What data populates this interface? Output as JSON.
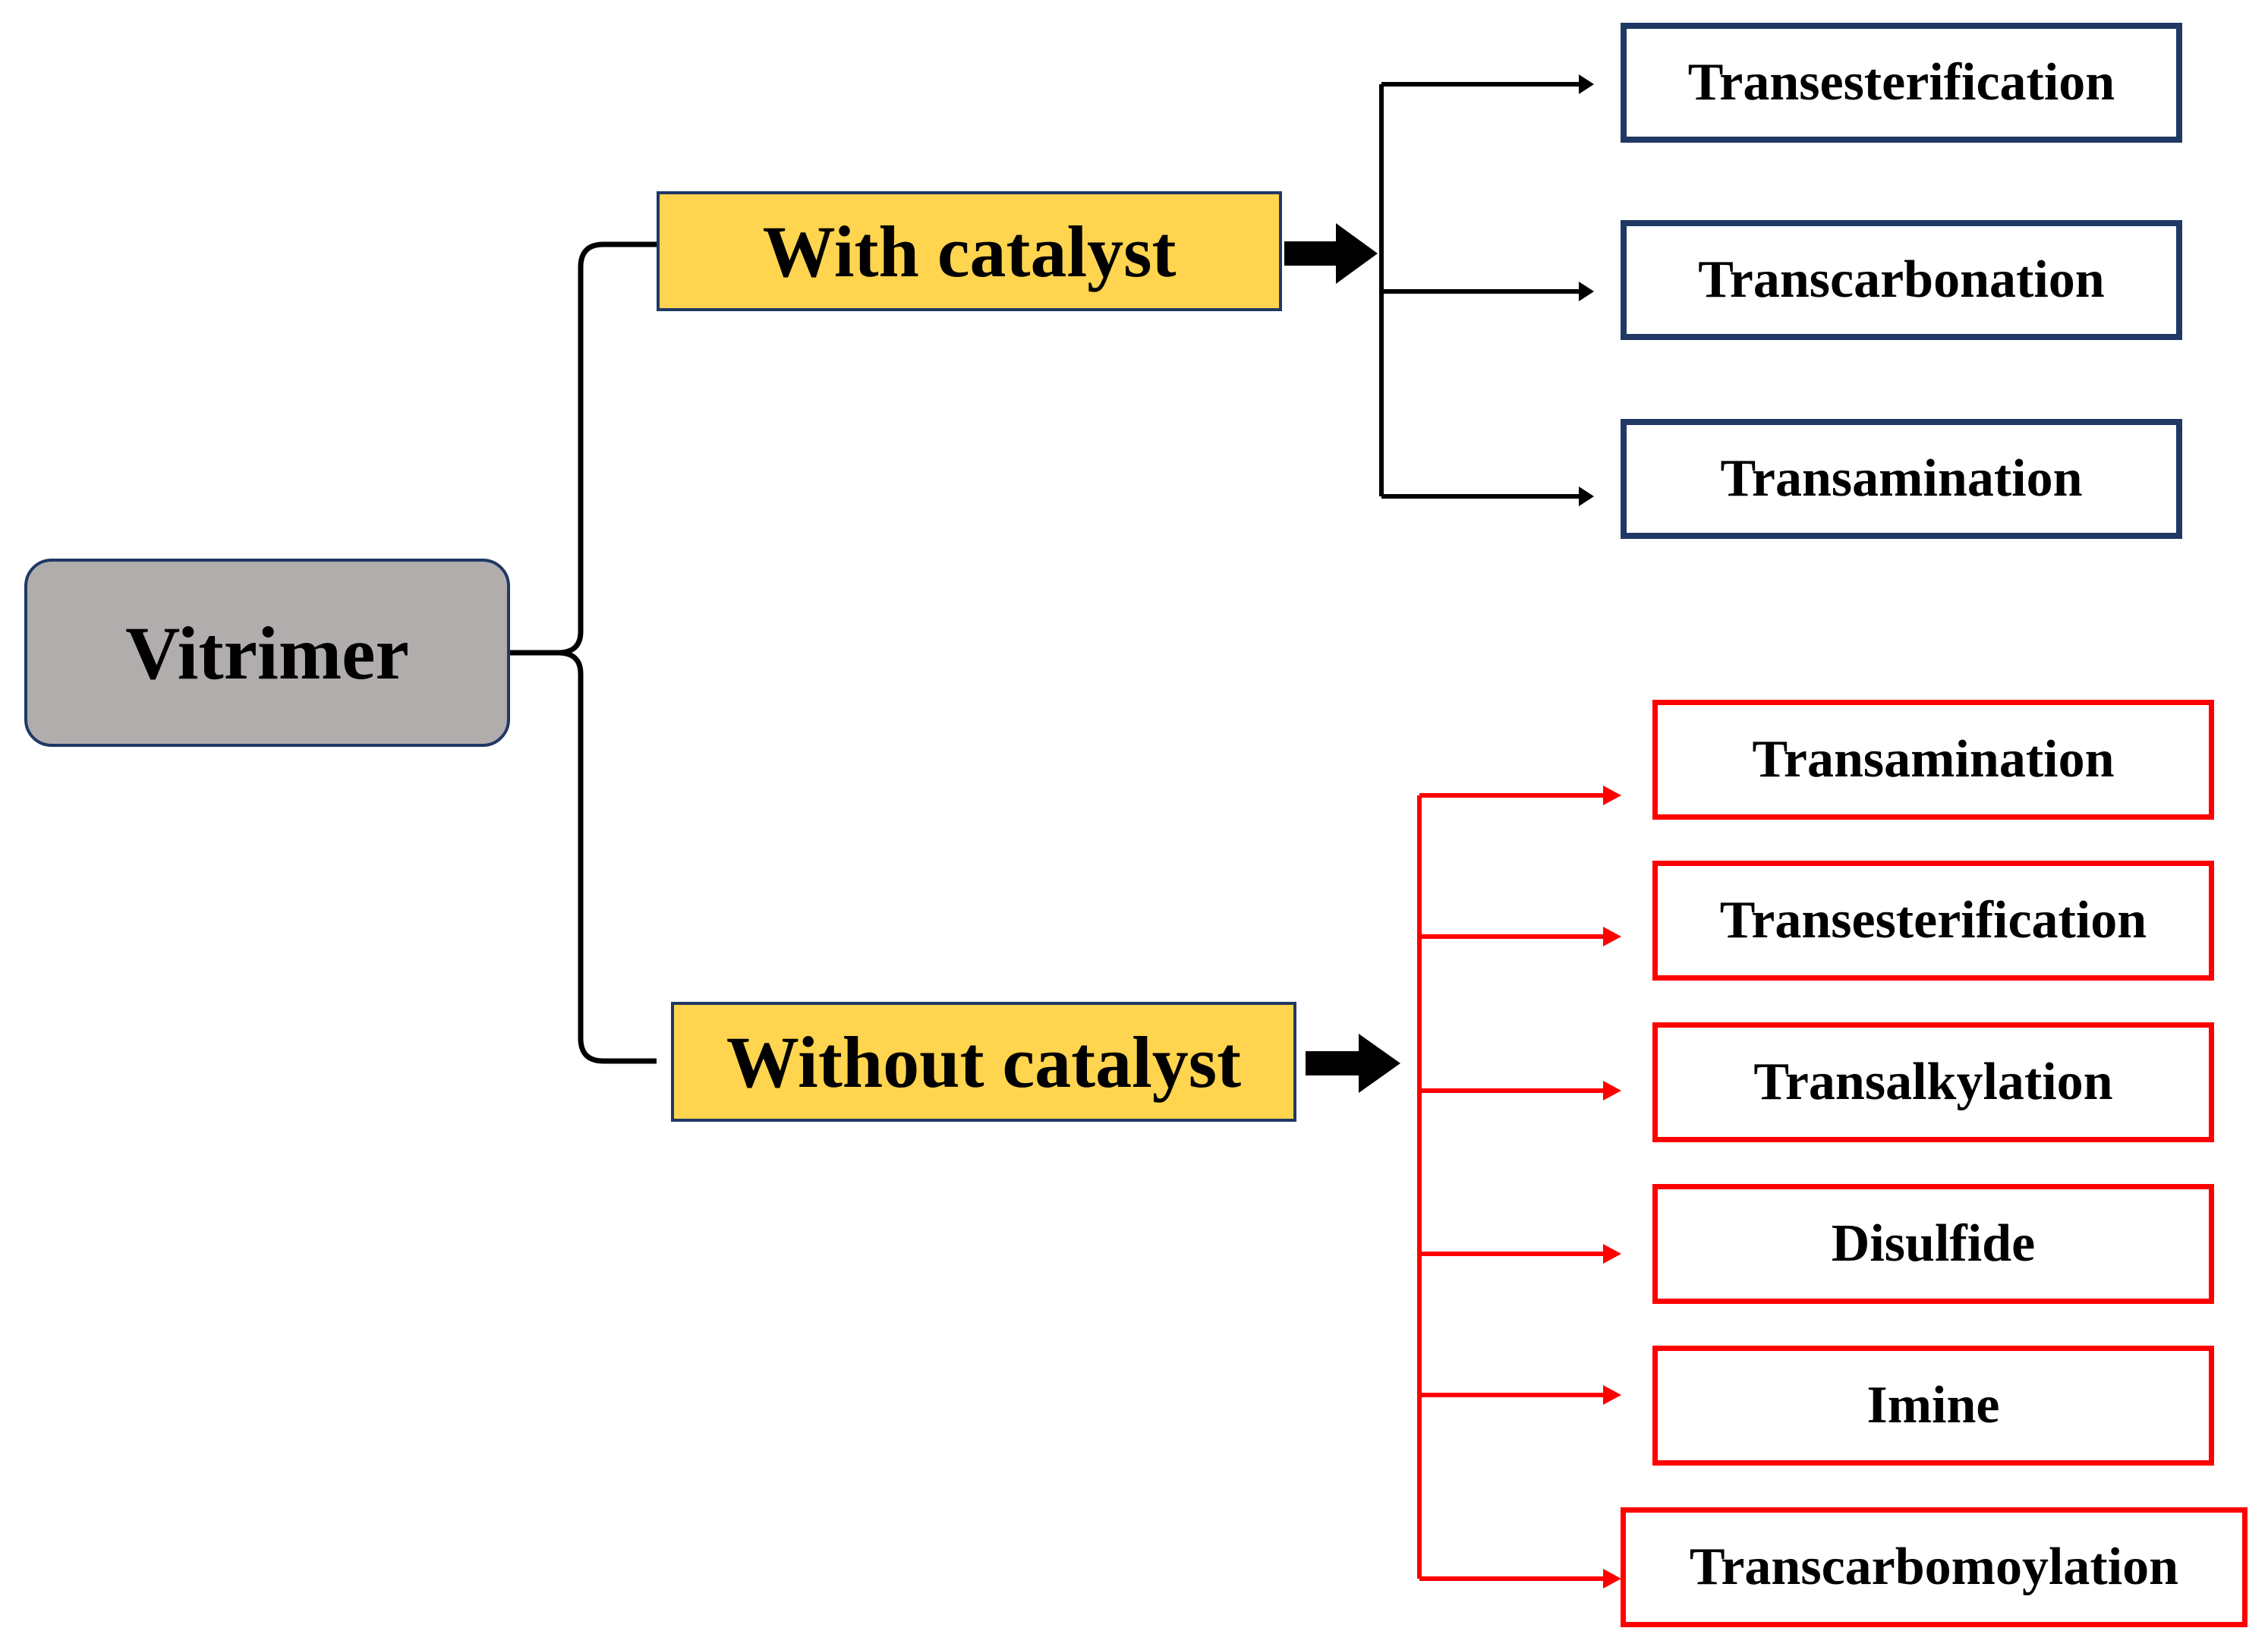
{
  "root": {
    "label": "Vitrimer"
  },
  "with_catalyst": {
    "label": "With catalyst",
    "items": [
      "Transesterification",
      "Transcarbonation",
      "Transamination"
    ]
  },
  "without_catalyst": {
    "label": "Without catalyst",
    "items": [
      "Transamination",
      "Transesterification",
      "Transalkylation",
      "Disulfide",
      "Imine",
      "Transcarbomoylation"
    ]
  },
  "colors": {
    "root_fill": "#b1adad",
    "category_fill": "#ffd44f",
    "with_catalyst_accent": "#1f3864",
    "without_catalyst_accent": "#ff0000"
  }
}
